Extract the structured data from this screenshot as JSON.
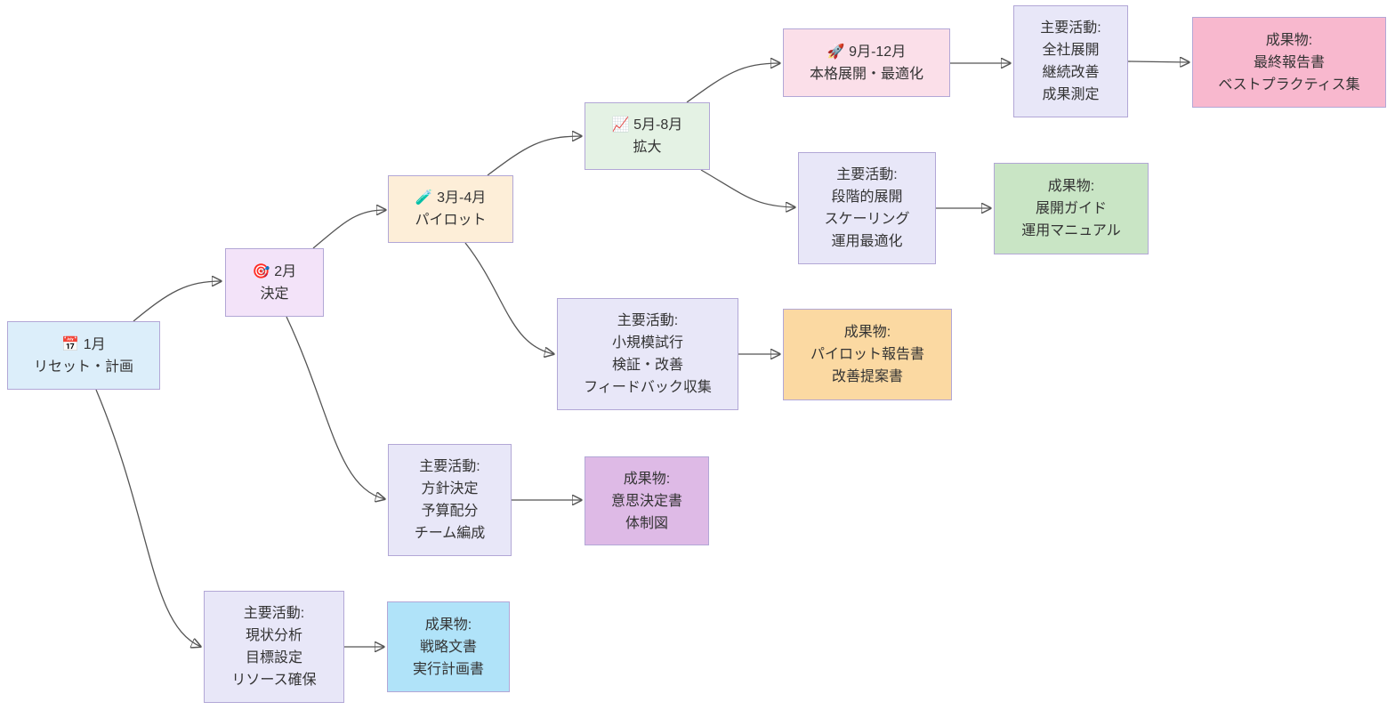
{
  "diagram": {
    "type": "flowchart",
    "direction": "left-to-right",
    "background_color": "#ffffff",
    "node_border_color": "#b2a7d6",
    "edge_color": "#555555",
    "arrowhead_color": "#333333",
    "text_color": "#333333"
  },
  "nodes": {
    "phase_jan": {
      "icon": "calendar-icon",
      "emoji": "📅",
      "title": "1月",
      "subtitle": "リセット・計画",
      "fill": "#dceefa"
    },
    "phase_feb": {
      "icon": "target-icon",
      "emoji": "🎯",
      "title": "2月",
      "subtitle": "決定",
      "fill": "#f3e3f9"
    },
    "phase_mar_apr": {
      "icon": "test-tube-icon",
      "emoji": "🧪",
      "title": "3月-4月",
      "subtitle": "パイロット",
      "fill": "#fdeed8"
    },
    "phase_may_aug": {
      "icon": "chart-increasing-icon",
      "emoji": "📈",
      "title": "5月-8月",
      "subtitle": "拡大",
      "fill": "#e4f2e4"
    },
    "phase_sep_dec": {
      "icon": "rocket-icon",
      "emoji": "🚀",
      "title": "9月-12月",
      "subtitle": "本格展開・最適化",
      "fill": "#fbdfe9"
    },
    "act_jan": {
      "lines": [
        "主要活動:",
        "現状分析",
        "目標設定",
        "リソース確保"
      ],
      "fill": "#e8e7f8"
    },
    "act_feb": {
      "lines": [
        "主要活動:",
        "方針決定",
        "予算配分",
        "チーム編成"
      ],
      "fill": "#e8e7f8"
    },
    "act_mar": {
      "lines": [
        "主要活動:",
        "小規模試行",
        "検証・改善",
        "フィードバック収集"
      ],
      "fill": "#e8e7f8"
    },
    "act_may": {
      "lines": [
        "主要活動:",
        "段階的展開",
        "スケーリング",
        "運用最適化"
      ],
      "fill": "#e8e7f8"
    },
    "act_sep": {
      "lines": [
        "主要活動:",
        "全社展開",
        "継続改善",
        "成果測定"
      ],
      "fill": "#e8e7f8"
    },
    "del_jan": {
      "lines": [
        "成果物:",
        "戦略文書",
        "実行計画書"
      ],
      "fill": "#b0e3f9"
    },
    "del_feb": {
      "lines": [
        "成果物:",
        "意思決定書",
        "体制図"
      ],
      "fill": "#debae6"
    },
    "del_mar": {
      "lines": [
        "成果物:",
        "パイロット報告書",
        "改善提案書"
      ],
      "fill": "#fbd9a2"
    },
    "del_may": {
      "lines": [
        "成果物:",
        "展開ガイド",
        "運用マニュアル"
      ],
      "fill": "#c9e5c5"
    },
    "del_sep": {
      "lines": [
        "成果物:",
        "最終報告書",
        "ベストプラクティス集"
      ],
      "fill": "#f8b8ce"
    }
  },
  "edges": [
    {
      "from": "phase_jan",
      "to": "phase_feb"
    },
    {
      "from": "phase_jan",
      "to": "act_jan"
    },
    {
      "from": "phase_feb",
      "to": "phase_mar_apr"
    },
    {
      "from": "phase_feb",
      "to": "act_feb"
    },
    {
      "from": "phase_mar_apr",
      "to": "phase_may_aug"
    },
    {
      "from": "phase_mar_apr",
      "to": "act_mar"
    },
    {
      "from": "phase_may_aug",
      "to": "phase_sep_dec"
    },
    {
      "from": "phase_may_aug",
      "to": "act_may"
    },
    {
      "from": "phase_sep_dec",
      "to": "act_sep"
    },
    {
      "from": "act_jan",
      "to": "del_jan"
    },
    {
      "from": "act_feb",
      "to": "del_feb"
    },
    {
      "from": "act_mar",
      "to": "del_mar"
    },
    {
      "from": "act_may",
      "to": "del_may"
    },
    {
      "from": "act_sep",
      "to": "del_sep"
    }
  ]
}
